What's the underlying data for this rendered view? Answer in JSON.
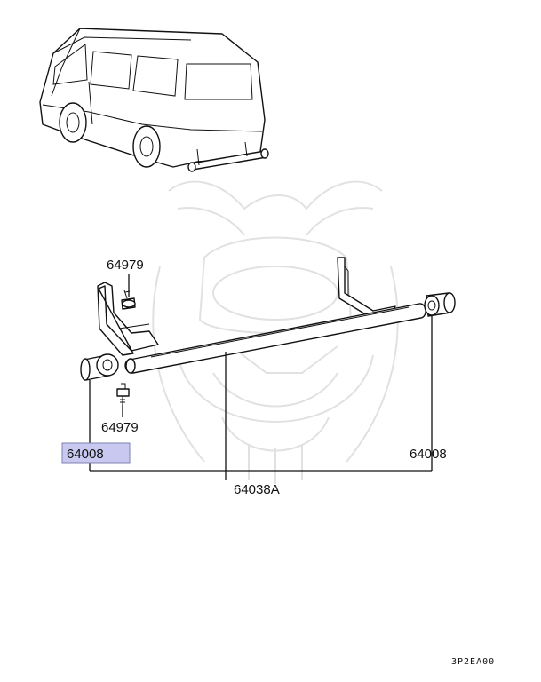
{
  "labels": {
    "bolt_top": "64979",
    "bolt_bottom": "64979",
    "bushing_left": "64008",
    "bushing_right": "64008",
    "bar_assembly": "64038A"
  },
  "highlight_color": "#c8c8f0",
  "figure_code": "3P2EA00"
}
